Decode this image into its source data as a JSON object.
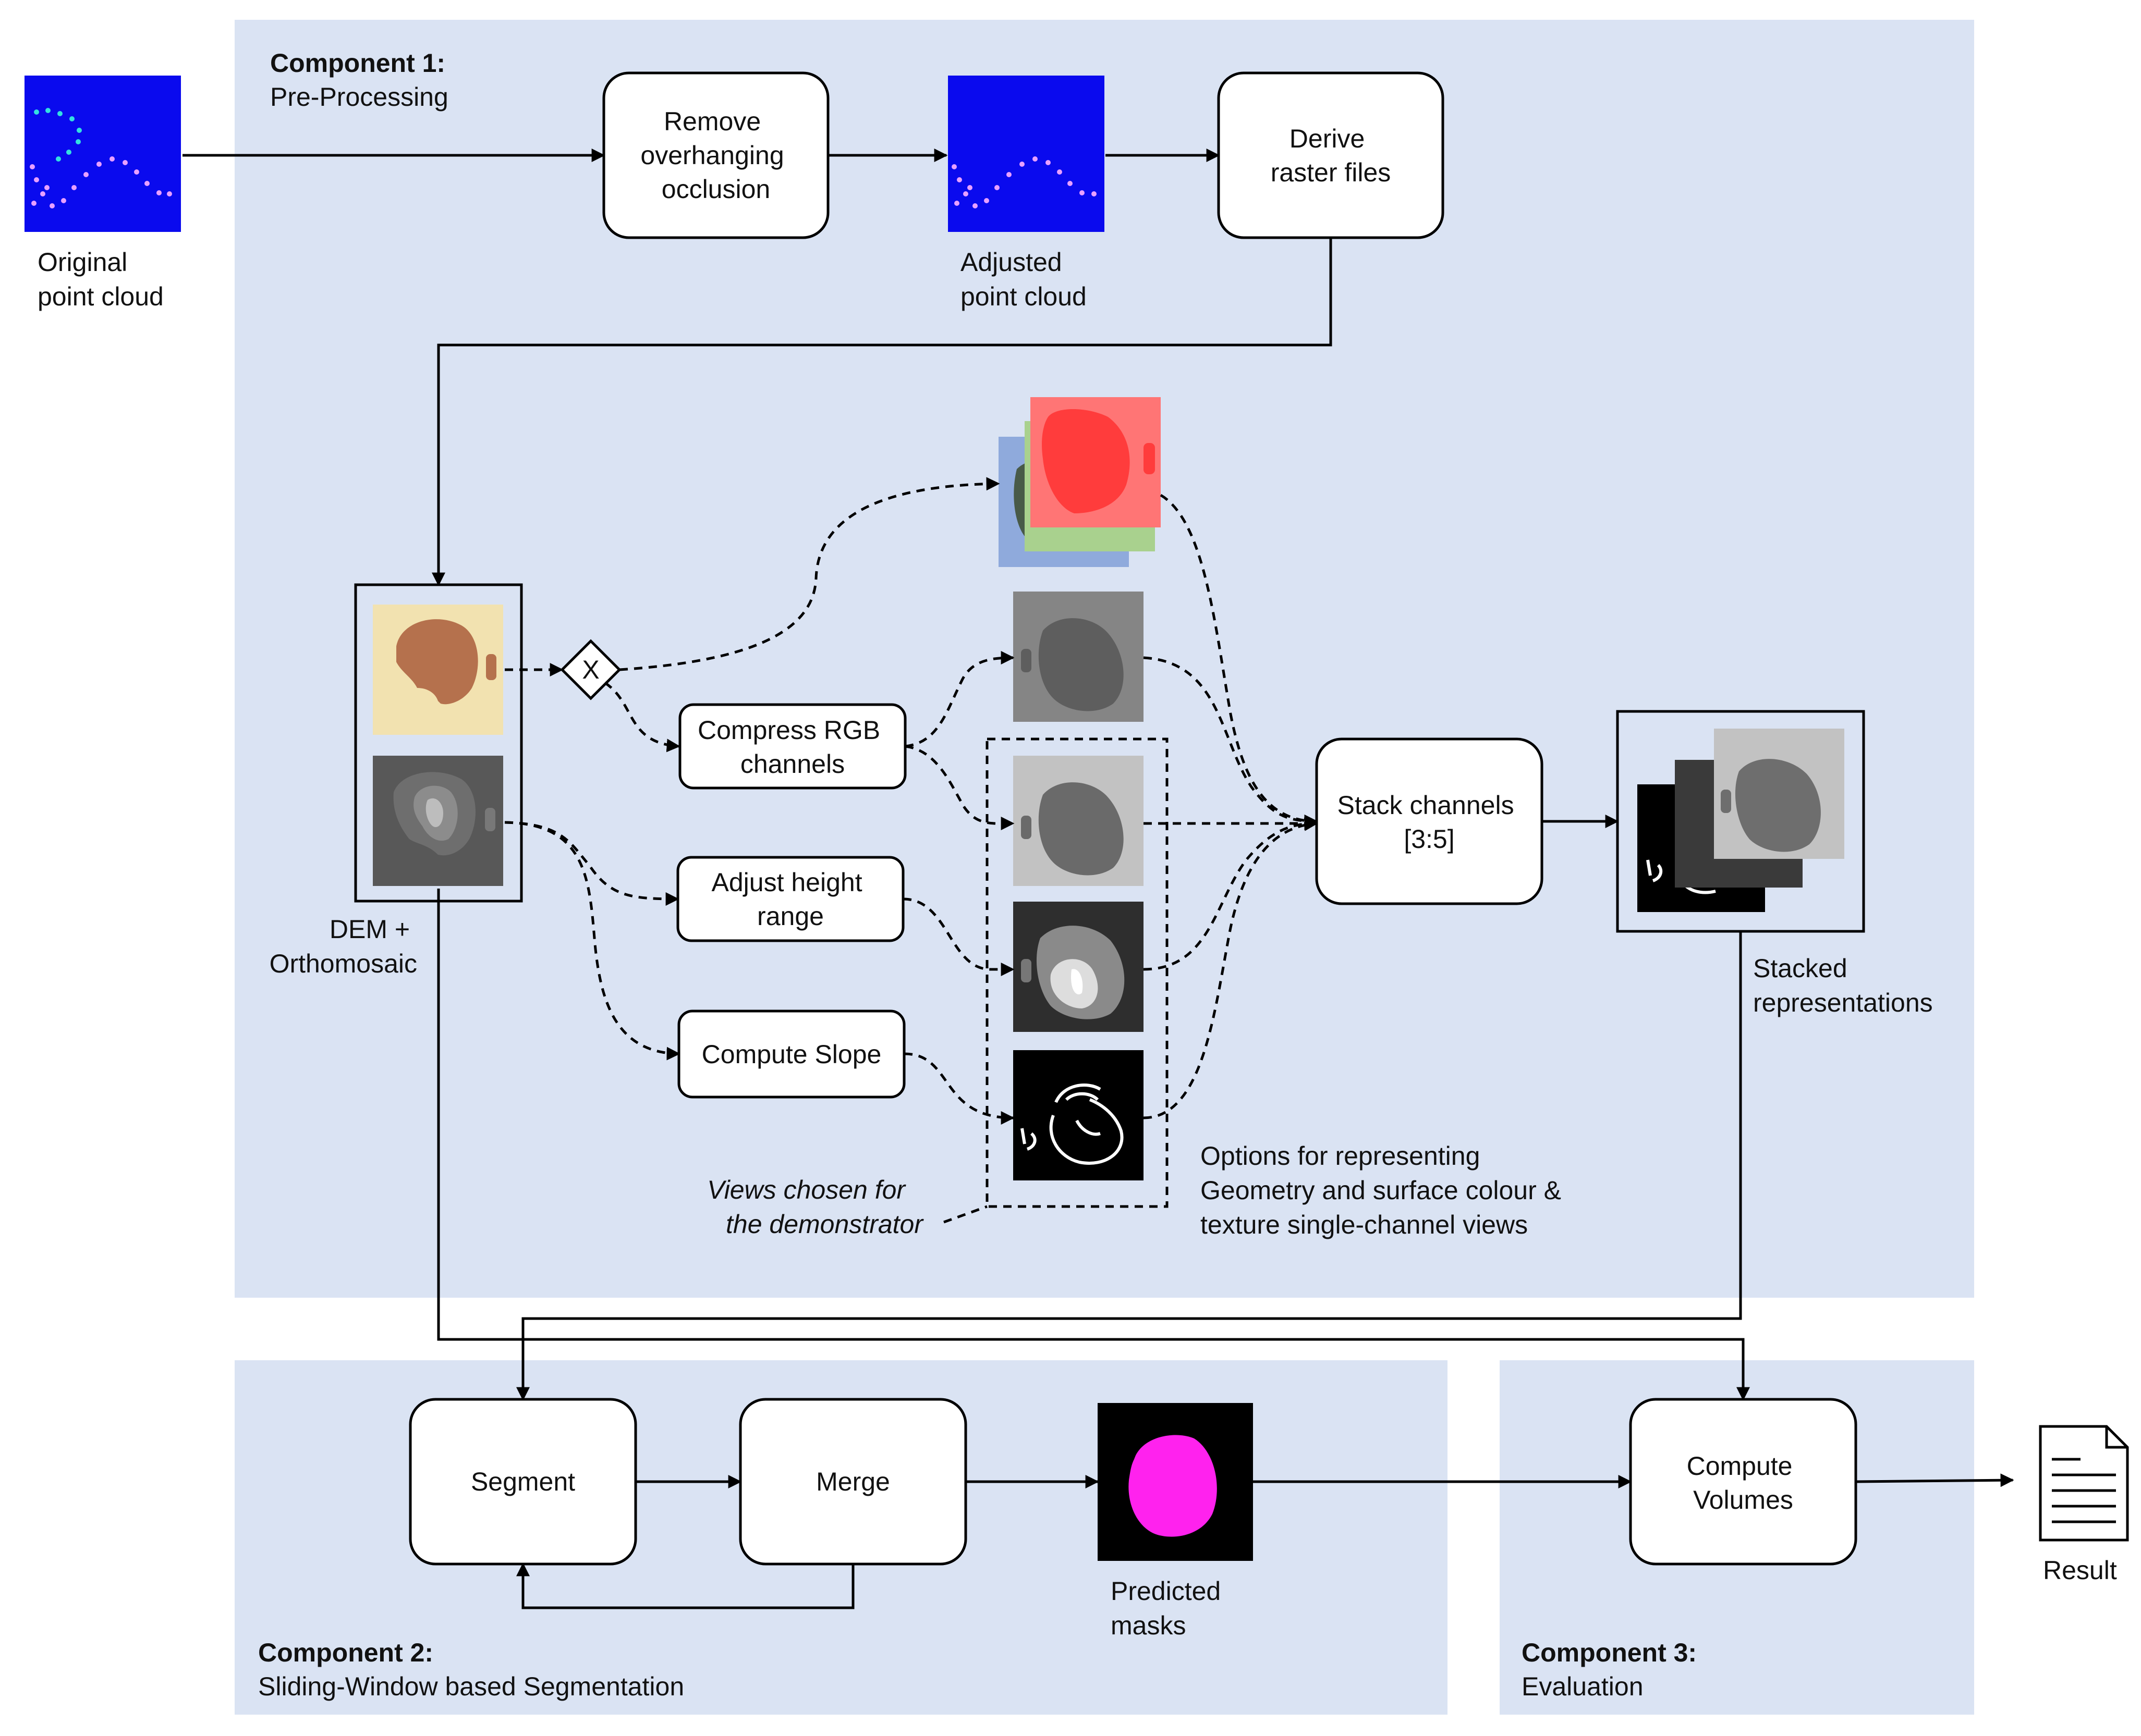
{
  "components": {
    "c1": {
      "title": "Component 1:",
      "subtitle": "Pre-Processing"
    },
    "c2": {
      "title": "Component 2:",
      "subtitle": "Sliding-Window based Segmentation"
    },
    "c3": {
      "title": "Component 3:",
      "subtitle": "Evaluation"
    }
  },
  "nodes": {
    "remove_occlusion": [
      "Remove",
      "overhanging",
      "occlusion"
    ],
    "derive_raster": [
      "Derive",
      "raster files"
    ],
    "compress_rgb": [
      "Compress RGB",
      "channels"
    ],
    "adjust_height": [
      "Adjust height",
      "range"
    ],
    "compute_slope": [
      "Compute Slope"
    ],
    "stack_channels": [
      "Stack channels",
      "[3:5]"
    ],
    "segment": [
      "Segment"
    ],
    "merge": [
      "Merge"
    ],
    "compute_volumes": [
      "Compute",
      "Volumes"
    ]
  },
  "labels": {
    "original_point_cloud": [
      "Original",
      "point cloud"
    ],
    "adjusted_point_cloud": [
      "Adjusted",
      "point cloud"
    ],
    "dem_orthomosaic": [
      "DEM +",
      "Orthomosaic"
    ],
    "stacked_representations": [
      "Stacked",
      "representations"
    ],
    "options_note": [
      "Options for representing",
      "Geometry and surface colour &",
      "texture single-channel views"
    ],
    "views_note": [
      "Views chosen for",
      "the demonstrator"
    ],
    "predicted_masks": [
      "Predicted",
      "masks"
    ],
    "result": "Result",
    "gateway": "X"
  },
  "colors": {
    "panel": "#dae3f3",
    "point_cloud_bg": "#0a0aee",
    "mask": "#ff22ee",
    "red_channel": "#ff7575",
    "green_channel": "#a9d18e",
    "blue_channel": "#8faadc",
    "ortho_bg": "#f2e2b0",
    "ortho_blob": "#b5714d"
  }
}
